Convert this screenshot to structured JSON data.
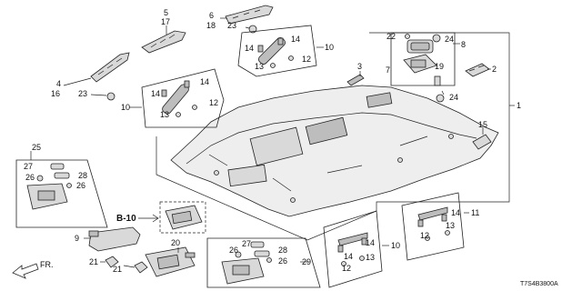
{
  "callouts": {
    "n1": "1",
    "n2": "2",
    "n3": "3",
    "n4": "4",
    "n5": "5",
    "n6": "6",
    "n7": "7",
    "n8": "8",
    "n9": "9",
    "n10a": "10",
    "n10b": "10",
    "n10c": "10",
    "n11": "11",
    "n12a": "12",
    "n12b": "12",
    "n12c": "12",
    "n12d": "12",
    "n13a": "13",
    "n13b": "13",
    "n13c": "13",
    "n13d": "13",
    "n14a": "14",
    "n14b": "14",
    "n14c": "14",
    "n14d": "14",
    "n14e": "14",
    "n14f": "14",
    "n14g": "14",
    "n15": "15",
    "n16": "16",
    "n17": "17",
    "n18": "18",
    "n19": "19",
    "n20": "20",
    "n21a": "21",
    "n21b": "21",
    "n22": "22",
    "n23a": "23",
    "n23b": "23",
    "n24a": "24",
    "n24b": "24",
    "n25": "25",
    "n26a": "26",
    "n26b": "26",
    "n26c": "26",
    "n26d": "26",
    "n27a": "27",
    "n27b": "27",
    "n28a": "28",
    "n28b": "28",
    "n29": "29"
  },
  "reference": "B-10",
  "front": "FR.",
  "diagram_code": "T7S4B3800A"
}
